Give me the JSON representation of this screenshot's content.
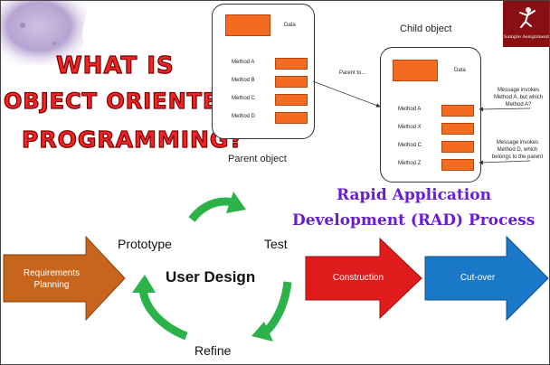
{
  "title": {
    "line1": "WHAT IS",
    "line2": "OBJECT ORIENTED",
    "line3": "PROGRAMMING?"
  },
  "oop_diagram": {
    "parent": {
      "caption": "Parent object",
      "data_label": "Data",
      "methods": [
        "Method A",
        "Method B",
        "Method C",
        "Method D"
      ]
    },
    "child": {
      "caption": "Child object",
      "data_label": "Data",
      "methods": [
        "Method A",
        "Method X",
        "Method C",
        "Method Z"
      ]
    },
    "link_label": "Parent to...",
    "message1": [
      "Message invokes",
      "Method A, but which",
      "Method A?"
    ],
    "message2": [
      "Message invokes",
      "Method D, which",
      "belongs to the parent"
    ]
  },
  "logo": {
    "text": "Sample Assignment"
  },
  "rad": {
    "title_line1": "Rapid Application",
    "title_line2": "Development (RAD) Process",
    "stages": {
      "requirements": [
        "Requirements",
        "Planning"
      ],
      "prototype": "Prototype",
      "test": "Test",
      "user_design": "User Design",
      "refine": "Refine",
      "construction": "Construction",
      "cutover": "Cut-over"
    }
  },
  "colors": {
    "title_red": "#f02424",
    "orange": "#f36b21",
    "rad_purple": "#6a1bd6",
    "req_arrow": "#c8651d",
    "construction_arrow": "#e01b1b",
    "cutover_arrow": "#1a78c8",
    "cycle_green": "#2bb34a"
  }
}
